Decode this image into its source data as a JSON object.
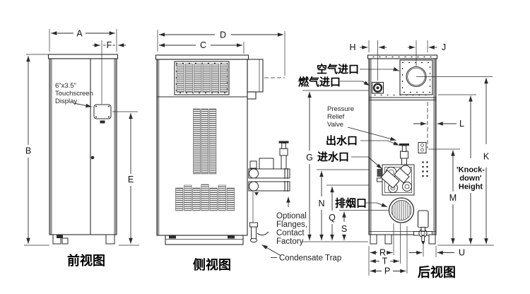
{
  "dims": {
    "a": "A",
    "b": "B",
    "c": "C",
    "d": "D",
    "e": "E",
    "f": "F",
    "g": "G",
    "h": "H",
    "j": "J",
    "k": "K",
    "l": "L",
    "m": "M",
    "n": "N",
    "p": "P",
    "q": "Q",
    "r": "R",
    "s": "S",
    "t": "T",
    "u": "U"
  },
  "front_view": {
    "caption": "前视图",
    "touchscreen_note": [
      "6\"x3.5\"",
      "Touchscreen",
      "Display"
    ]
  },
  "side_view": {
    "caption": "侧视图",
    "flange_note": [
      "Optional",
      "Flanges,",
      "Contact",
      "Factory"
    ],
    "condensate_label": "Condensate Trap"
  },
  "rear_view": {
    "caption": "后视图",
    "air_inlet": "空气进口",
    "gas_inlet": "燃气进口",
    "pressure_relief_note": [
      "Pressure",
      "Relief",
      "Valve"
    ],
    "water_outlet": "出水口",
    "water_inlet": "进水口",
    "flue_outlet": "排烟口",
    "knockdown_note": [
      "'Knock-",
      "down'",
      "Height"
    ]
  },
  "colors": {
    "line": "#2b2b2b",
    "background": "#ffffff"
  }
}
